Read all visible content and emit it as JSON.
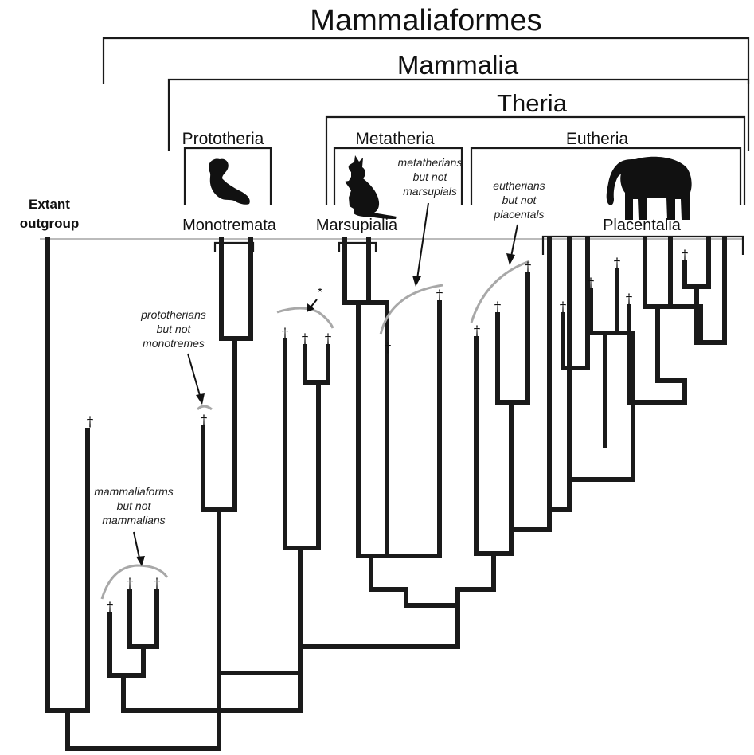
{
  "clades": {
    "mammaliaformes": "Mammaliaformes",
    "mammalia": "Mammalia",
    "theria": "Theria",
    "prototheria": "Prototheria",
    "metatheria": "Metatheria",
    "eutheria": "Eutheria"
  },
  "crown_groups": {
    "monotremata": "Monotremata",
    "marsupialia": "Marsupialia",
    "placentalia": "Placentalia"
  },
  "outgroup": {
    "line1": "Extant",
    "line2": "outgroup"
  },
  "annotations": {
    "mammaliaforms": [
      "mammaliaforms",
      "but not",
      "mammalians"
    ],
    "prototherians": [
      "prototherians",
      "but not",
      "monotremes"
    ],
    "metatherians": [
      "metatherians",
      "but not",
      "marsupials"
    ],
    "eutherians": [
      "eutherians",
      "but not",
      "placentals"
    ],
    "asterisk": "*"
  },
  "symbols": {
    "extinct": "†"
  },
  "icons": {
    "monotreme": "platypus-silhouette-icon",
    "marsupial": "kangaroo-silhouette-icon",
    "placental": "elephant-silhouette-icon"
  },
  "colors": {
    "branches": "#1a1a1a",
    "present_line": "#bbbbbb",
    "fossil_arcs": "#a8a8a8"
  }
}
